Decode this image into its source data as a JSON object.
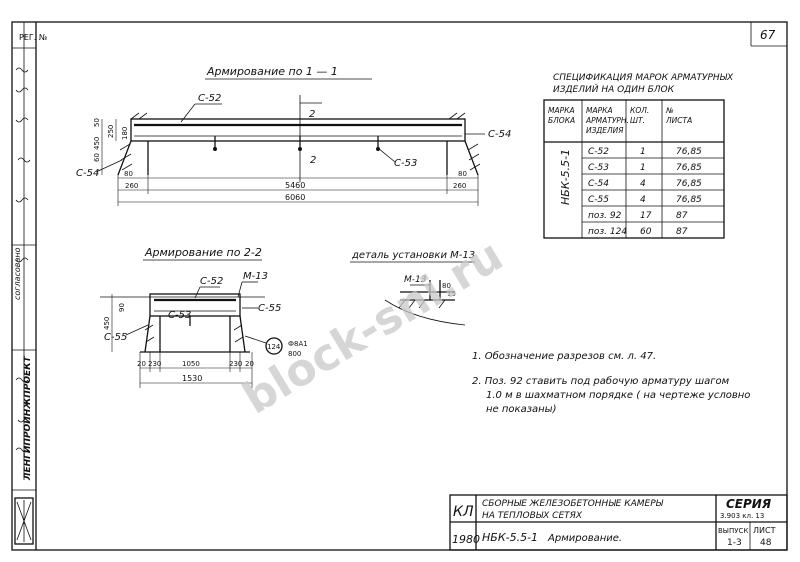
{
  "sheet_number": "67",
  "stamp_reg": "РЕГ. №",
  "side_org": "ЛЕНГИПРОИНЖПРОЕКТ",
  "side_agreed": "согласовано",
  "sections": {
    "s11_title": "Армирование по 1 — 1",
    "s22_title": "Армирование по 2-2",
    "detail_title": "деталь установки М-13",
    "cut_mark": "2"
  },
  "labels": {
    "c52": "С-52",
    "c53": "С-53",
    "c54": "С-54",
    "c55": "С-55",
    "m13": "М-13",
    "pos124": "124",
    "pos124_note": "Ф8А1",
    "pos124_len": "800"
  },
  "dims_11": {
    "h450": "450",
    "h50": "50",
    "h60": "60",
    "d250": "250",
    "d180": "180",
    "s80a": "80",
    "s80b": "80",
    "s260a": "260",
    "s260b": "260",
    "span": "5460",
    "total": "6060"
  },
  "dims_22": {
    "h450": "450",
    "h90": "90",
    "d20": "20",
    "d230a": "230",
    "d230b": "230",
    "d20b": "20",
    "mid": "1050",
    "total": "1530",
    "x80": "80",
    "x15": "15"
  },
  "spec": {
    "title_line1": "СПЕЦИФИКАЦИЯ МАРОК АРМАТУРНЫХ",
    "title_line2": "ИЗДЕЛИЙ НА ОДИН БЛОК",
    "headers": [
      "МАРКА БЛОКА",
      "МАРКА АРМАТУРН. ИЗДЕЛИЯ",
      "КОЛ. ШТ.",
      "№ ЛИСТА"
    ],
    "block": "НБК-5.5-1",
    "rows": [
      {
        "mark": "С-52",
        "qty": "1",
        "sheet": "76,85"
      },
      {
        "mark": "С-53",
        "qty": "1",
        "sheet": "76,85"
      },
      {
        "mark": "С-54",
        "qty": "4",
        "sheet": "76,85"
      },
      {
        "mark": "С-55",
        "qty": "4",
        "sheet": "76,85"
      },
      {
        "mark": "поз. 92",
        "qty": "17",
        "sheet": "87"
      },
      {
        "mark": "поз. 124",
        "qty": "60",
        "sheet": "87"
      }
    ]
  },
  "notes": [
    "1. Обозначение разрезов см. л. 47.",
    "2. Поз. 92 ставить под рабочую арматуру шагом",
    "1.0 м в шахматном порядке ( на чертеже условно",
    "не показаны)"
  ],
  "title_block": {
    "code": "КЛ",
    "year": "1980",
    "desc_line1": "СБОРНЫЕ ЖЕЛЕЗОБЕТОННЫЕ КАМЕРЫ",
    "desc_line2": "НА ТЕПЛОВЫХ СЕТЯХ",
    "series_label": "СЕРИЯ",
    "series_value": "3.903 кл. 13",
    "issue_label": "ВЫПУСК",
    "issue_value": "1-3",
    "sheet_label": "ЛИСТ",
    "sheet_value": "48",
    "block_name": "НБК-5.5-1",
    "drawing_name": "Армирование."
  },
  "watermark": "block-sni.ru"
}
